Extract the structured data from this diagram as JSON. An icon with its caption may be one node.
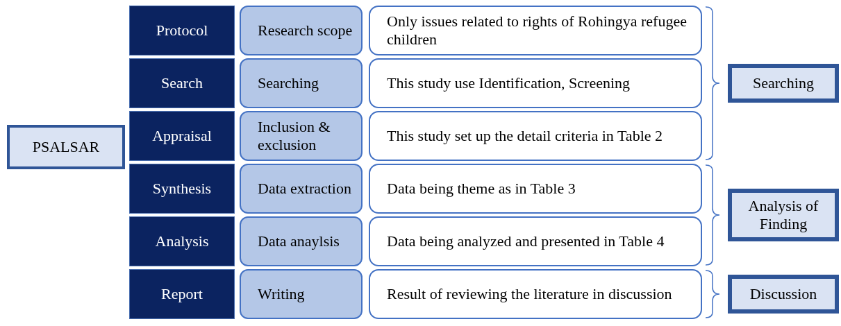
{
  "diagram": {
    "nodes": [
      {
        "text": [
          "PSALSAR"
        ]
      },
      {
        "text": [
          "Protocol"
        ]
      },
      {
        "text": [
          "Research scope"
        ]
      },
      {
        "text": [
          "Only issues related to rights of Rohingya refugee children"
        ]
      },
      {
        "text": [
          "Search"
        ]
      },
      {
        "text": [
          "Searching"
        ]
      },
      {
        "text": [
          "This study use Identification, Screening"
        ]
      },
      {
        "text": [
          "Appraisal"
        ]
      },
      {
        "text": [
          "Inclusion & exclusion"
        ]
      },
      {
        "text": [
          "This study set up the detail criteria in Table 2"
        ]
      },
      {
        "text": [
          "Synthesis"
        ]
      },
      {
        "text": [
          "Data extraction"
        ]
      },
      {
        "text": [
          "Data being theme as in Table 3"
        ]
      },
      {
        "text": [
          "Analysis"
        ]
      },
      {
        "text": [
          "Data anaylsis"
        ]
      },
      {
        "text": [
          "Data being analyzed and presented in Table 4"
        ]
      },
      {
        "text": [
          "Report"
        ]
      },
      {
        "text": [
          "Writing"
        ]
      },
      {
        "text": [
          "Result of reviewing the literature in discussion"
        ]
      },
      {
        "text": [
          "Searching"
        ]
      },
      {
        "text": [
          "Analysis of Finding"
        ]
      },
      {
        "text": [
          "Discussion"
        ]
      }
    ]
  }
}
